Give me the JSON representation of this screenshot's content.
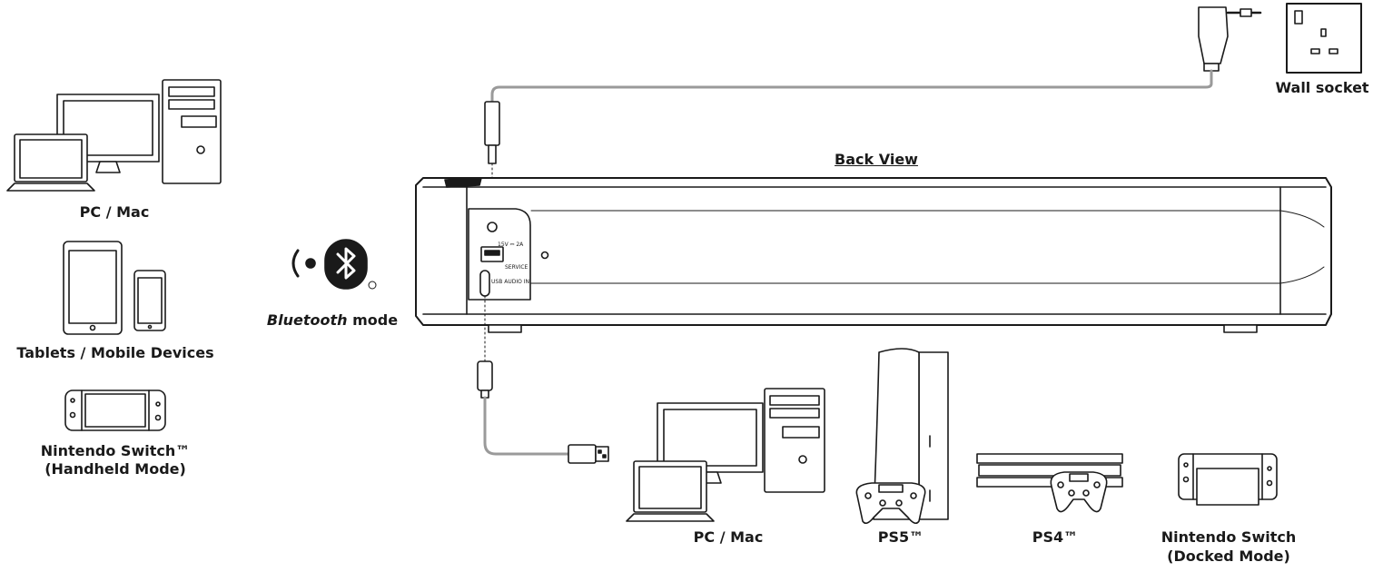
{
  "labels": {
    "wall_socket": "Wall socket",
    "back_view": "Back View",
    "pc_mac_left": "PC / Mac",
    "tablets": "Tablets / Mobile Devices",
    "switch_handheld_1": "Nintendo Switch™",
    "switch_handheld_2": "(Handheld Mode)",
    "bluetooth_italic": "Bluetooth",
    "bluetooth_rest": " mode",
    "pc_mac_bottom": "PC / Mac",
    "ps5": "PS5™",
    "ps4": "PS4™",
    "switch_docked_1": "Nintendo Switch",
    "switch_docked_2": "(Docked Mode)"
  },
  "port_labels": {
    "power": "15V ⎓ 2A",
    "service": "SERVICE",
    "usb_audio_in": "USB AUDIO IN"
  },
  "icons": [
    "power-adapter-icon",
    "wall-socket-icon",
    "desktop-pc-icon",
    "laptop-icon",
    "monitor-icon",
    "tablet-icon",
    "phone-icon",
    "switch-handheld-icon",
    "bluetooth-wave-icon",
    "bluetooth-icon",
    "ps5-console-icon",
    "ps5-controller-icon",
    "ps4-console-icon",
    "ps4-controller-icon",
    "switch-dock-icon",
    "usb-a-plug-icon",
    "usb-c-plug-icon",
    "dc-plug-icon"
  ]
}
